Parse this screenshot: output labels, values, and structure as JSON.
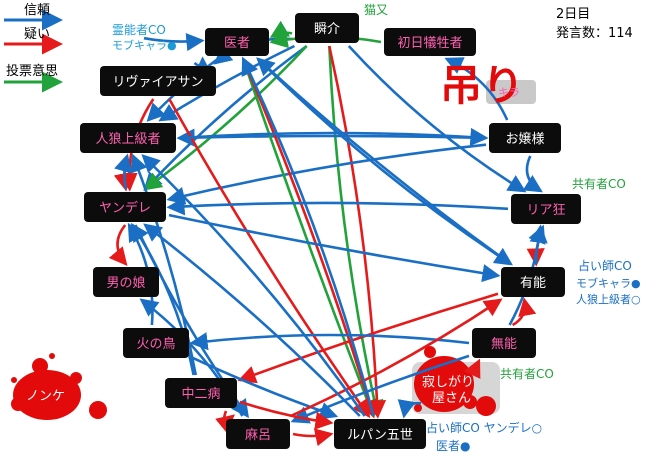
{
  "legend": {
    "items": [
      {
        "label": "信頼",
        "color": "#1a6fc4"
      },
      {
        "label": "疑い",
        "color": "#e51b1b"
      },
      {
        "label": "投票意思",
        "color": "#21a23a"
      }
    ]
  },
  "info": {
    "day": "2日目",
    "count": "発言数：114"
  },
  "hanged_label": "吊り",
  "splats": {
    "left": "ノンケ",
    "right": "寂しがり屋さん"
  },
  "nodes": [
    {
      "id": "isha",
      "label": "医者",
      "color": "#ff5fb0"
    },
    {
      "id": "shunsuke",
      "label": "瞬介",
      "color": "#ffffff"
    },
    {
      "id": "shonichi",
      "label": "初日犠牲者",
      "color": "#ff5fb0"
    },
    {
      "id": "rivaia",
      "label": "リヴァイアサン",
      "color": "#ffffff"
    },
    {
      "id": "jinro",
      "label": "人狼上級者",
      "color": "#ff5fb0"
    },
    {
      "id": "ojousama",
      "label": "お嬢様",
      "color": "#ffffff"
    },
    {
      "id": "yandere",
      "label": "ヤンデレ",
      "color": "#ff5fb0"
    },
    {
      "id": "riakyo",
      "label": "リア狂",
      "color": "#ff5fb0"
    },
    {
      "id": "otokonoko",
      "label": "男の娘",
      "color": "#ff5fb0"
    },
    {
      "id": "yuunou",
      "label": "有能",
      "color": "#ffffff"
    },
    {
      "id": "hinotori",
      "label": "火の鳥",
      "color": "#ff5fb0"
    },
    {
      "id": "munou",
      "label": "無能",
      "color": "#ff5fb0"
    },
    {
      "id": "chuunibyou",
      "label": "中二病",
      "color": "#ff5fb0"
    },
    {
      "id": "maro",
      "label": "麻呂",
      "color": "#ff5fb0"
    },
    {
      "id": "lupin",
      "label": "ルパン五世",
      "color": "#ffffff"
    }
  ],
  "annotations": [
    {
      "id": "reino",
      "text": "霊能者CO",
      "color": "#1a9ad6"
    },
    {
      "id": "mobu1",
      "text": "モブキャラ●",
      "color": "#1a9ad6"
    },
    {
      "id": "nekomata",
      "text": "猫又",
      "color": "#21a23a"
    },
    {
      "id": "kyoyu1",
      "text": "共有者CO",
      "color": "#21a23a"
    },
    {
      "id": "uranai1",
      "text": "占い師CO",
      "color": "#1a6fc4"
    },
    {
      "id": "mobu2",
      "text": "モブキャラ●",
      "color": "#1a6fc4"
    },
    {
      "id": "jinro_o",
      "text": "人狼上級者○",
      "color": "#1a6fc4"
    },
    {
      "id": "kyoyu2",
      "text": "共有者CO",
      "color": "#21a23a"
    },
    {
      "id": "uranai2",
      "text": "占い師CO ヤンデレ○",
      "color": "#1a6fc4"
    },
    {
      "id": "isha_b",
      "text": "医者●",
      "color": "#1a6fc4"
    },
    {
      "id": "kira",
      "text": "キラ",
      "color": "#ff5fb0"
    }
  ],
  "edges": [
    {
      "from": "reino",
      "to": "isha",
      "type": "trust"
    },
    {
      "from": "rivaia",
      "to": "isha",
      "type": "trust"
    },
    {
      "from": "shunsuke",
      "to": "rivaia",
      "type": "trust"
    },
    {
      "from": "shunsuke",
      "to": "jinro",
      "type": "trust"
    },
    {
      "from": "shunsuke",
      "to": "yandere",
      "type": "trust"
    },
    {
      "from": "shunsuke",
      "to": "riakyo",
      "type": "trust"
    },
    {
      "from": "shunsuke",
      "to": "isha",
      "type": "vote"
    },
    {
      "from": "shunsuke",
      "to": "yandere",
      "type": "vote"
    },
    {
      "from": "shunsuke",
      "to": "lupin",
      "type": "vote"
    },
    {
      "from": "shunsuke",
      "to": "lupin",
      "type": "doubt"
    },
    {
      "from": "shonichi",
      "to": "isha",
      "type": "vote"
    },
    {
      "from": "ojousama",
      "to": "shonichi",
      "type": "trust"
    },
    {
      "from": "ojousama",
      "to": "jinro",
      "type": "trust"
    },
    {
      "from": "ojousama",
      "to": "yandere",
      "type": "trust"
    },
    {
      "from": "ojousama",
      "to": "riakyo",
      "type": "trust"
    },
    {
      "from": "isha",
      "to": "lupin",
      "type": "vote"
    },
    {
      "from": "isha",
      "to": "lupin",
      "type": "doubt"
    },
    {
      "from": "isha",
      "to": "yuunou",
      "type": "trust"
    },
    {
      "from": "isha",
      "to": "jinro",
      "type": "trust"
    },
    {
      "from": "rivaia",
      "to": "lupin",
      "type": "doubt"
    },
    {
      "from": "rivaia",
      "to": "yandere",
      "type": "doubt"
    },
    {
      "from": "jinro",
      "to": "yandere",
      "type": "doubt"
    },
    {
      "from": "jinro",
      "to": "ojousama",
      "type": "trust"
    },
    {
      "from": "yandere",
      "to": "otokonoko",
      "type": "doubt"
    },
    {
      "from": "yandere",
      "to": "yuunou",
      "type": "trust"
    },
    {
      "from": "yandere",
      "to": "maro",
      "type": "trust"
    },
    {
      "from": "yandere",
      "to": "jinro",
      "type": "trust"
    },
    {
      "from": "riakyo",
      "to": "yuunou",
      "type": "doubt"
    },
    {
      "from": "riakyo",
      "to": "yandere",
      "type": "trust"
    },
    {
      "from": "yuunou",
      "to": "riakyo",
      "type": "trust"
    },
    {
      "from": "yuunou",
      "to": "chuunibyou",
      "type": "doubt"
    },
    {
      "from": "yuunou",
      "to": "isha",
      "type": "trust"
    },
    {
      "from": "hinotori",
      "to": "yandere",
      "type": "trust"
    },
    {
      "from": "hinotori",
      "to": "lupin",
      "type": "trust"
    },
    {
      "from": "munou",
      "to": "yuunou",
      "type": "doubt"
    },
    {
      "from": "munou",
      "to": "hinotori",
      "type": "trust"
    },
    {
      "from": "munou",
      "to": "maro",
      "type": "trust"
    },
    {
      "from": "munou",
      "to": "riakyo",
      "type": "trust"
    },
    {
      "from": "chuunibyou",
      "to": "maro",
      "type": "doubt"
    },
    {
      "from": "chuunibyou",
      "to": "lupin",
      "type": "doubt"
    },
    {
      "from": "chuunibyou",
      "to": "jinro",
      "type": "trust"
    },
    {
      "from": "chuunibyou",
      "to": "yandere",
      "type": "trust"
    },
    {
      "from": "maro",
      "to": "lupin",
      "type": "doubt"
    },
    {
      "from": "maro",
      "to": "yuunou",
      "type": "doubt"
    },
    {
      "from": "maro",
      "to": "otokonoko",
      "type": "trust"
    },
    {
      "from": "lupin",
      "to": "isha",
      "type": "trust"
    },
    {
      "from": "lupin",
      "to": "yandere",
      "type": "trust"
    },
    {
      "from": "lupin",
      "to": "jinro",
      "type": "trust"
    },
    {
      "from": "kira",
      "to": "munou",
      "type": "doubt"
    },
    {
      "from": "kira",
      "to": "lupin",
      "type": "trust"
    }
  ]
}
